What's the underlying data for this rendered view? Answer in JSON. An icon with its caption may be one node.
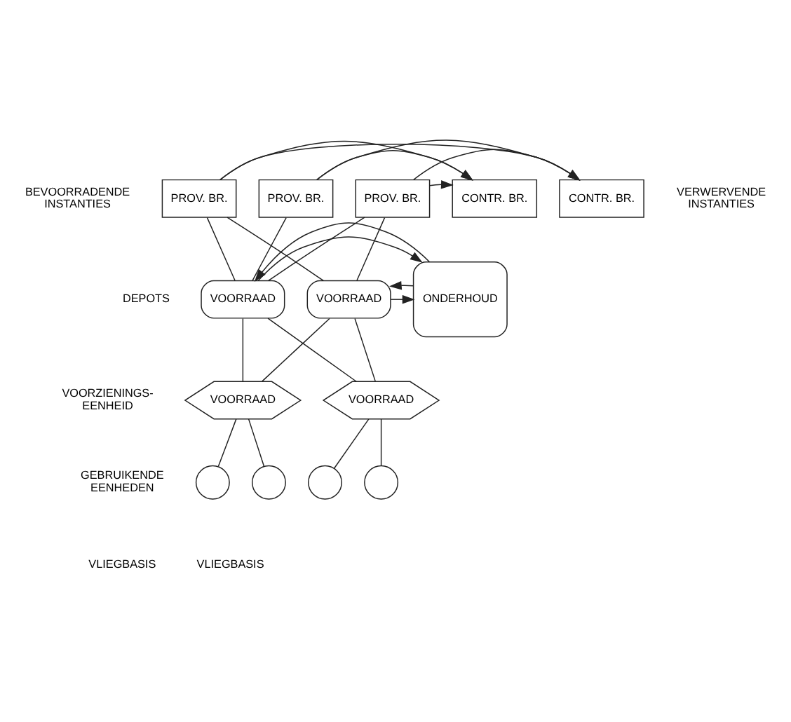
{
  "diagram": {
    "nodes": [
      {
        "text": [
          "PROV. BR."
        ]
      },
      {
        "text": [
          "PROV. BR."
        ]
      },
      {
        "text": [
          "PROV. BR."
        ]
      },
      {
        "text": [
          "CONTR. BR."
        ]
      },
      {
        "text": [
          "CONTR. BR."
        ]
      },
      {
        "text": [
          "VOORRAAD"
        ]
      },
      {
        "text": [
          "VOORRAAD"
        ]
      },
      {
        "text": [
          "ONDERHOUD"
        ]
      },
      {
        "text": [
          "VOORRAAD"
        ]
      },
      {
        "text": [
          "VOORRAAD"
        ]
      },
      {
        "text": [],
        "shape": "circle"
      },
      {
        "text": [],
        "shape": "circle"
      },
      {
        "text": [],
        "shape": "circle"
      },
      {
        "text": [],
        "shape": "circle"
      }
    ],
    "edges": [
      {
        "from": 0,
        "to": 3,
        "arrow": "to"
      },
      {
        "from": 0,
        "to": 4,
        "arrow": "to"
      },
      {
        "from": 1,
        "to": 3,
        "arrow": "to"
      },
      {
        "from": 1,
        "to": 4,
        "arrow": "to"
      },
      {
        "from": 2,
        "to": 3,
        "arrow": "to"
      },
      {
        "from": 2,
        "to": 4,
        "arrow": "to"
      },
      {
        "from": 0,
        "to": 5,
        "arrow": "none"
      },
      {
        "from": 0,
        "to": 6,
        "arrow": "none"
      },
      {
        "from": 1,
        "to": 5,
        "arrow": "none"
      },
      {
        "from": 2,
        "to": 5,
        "arrow": "none"
      },
      {
        "from": 2,
        "to": 6,
        "arrow": "none"
      },
      {
        "from": 5,
        "to": 7,
        "arrow": "to"
      },
      {
        "from": 6,
        "to": 7,
        "arrow": "to"
      },
      {
        "from": 7,
        "to": 5,
        "arrow": "to"
      },
      {
        "from": 7,
        "to": 6,
        "arrow": "to"
      },
      {
        "from": 5,
        "to": 8,
        "arrow": "none"
      },
      {
        "from": 5,
        "to": 9,
        "arrow": "none"
      },
      {
        "from": 6,
        "to": 8,
        "arrow": "none"
      },
      {
        "from": 6,
        "to": 9,
        "arrow": "none"
      },
      {
        "from": 8,
        "to": 10,
        "arrow": "none"
      },
      {
        "from": 8,
        "to": 11,
        "arrow": "none"
      },
      {
        "from": 9,
        "to": 12,
        "arrow": "none"
      },
      {
        "from": 9,
        "to": 13,
        "arrow": "none"
      }
    ],
    "labels": [
      "BEVOORRADENDE INSTANTIES",
      "VERWERVENDE INSTANTIES",
      "DEPOTS",
      "VOORZIENINGS- EENHEID",
      "GEBRUIKENDE EENHEDEN",
      "VLIEGBASIS",
      "VLIEGBASIS"
    ]
  }
}
